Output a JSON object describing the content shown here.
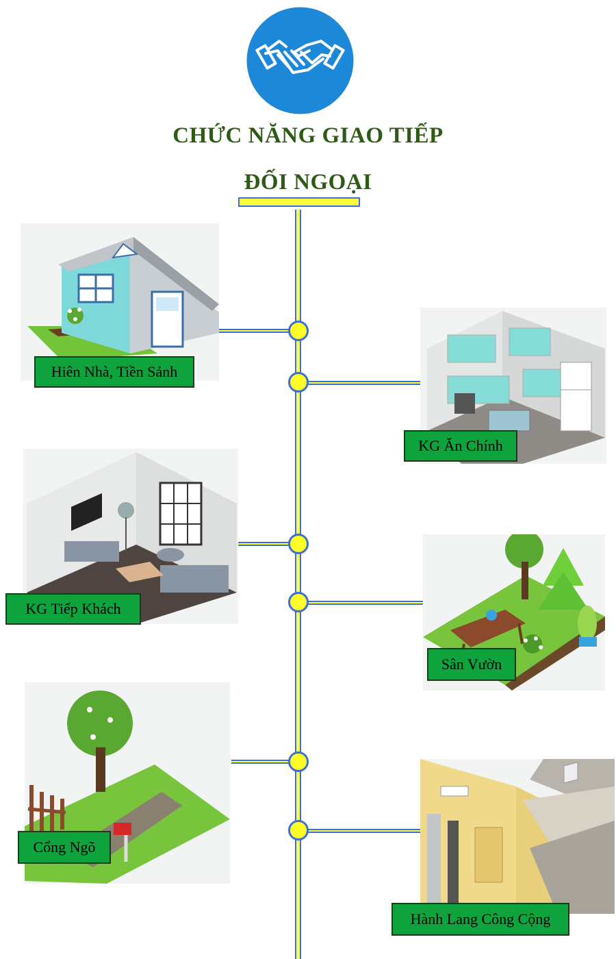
{
  "header": {
    "title_line1": "CHỨC NĂNG GIAO TIẾP",
    "title_line2": "ĐỐI NGOẠI",
    "icon": "handshake-icon",
    "icon_color": "#1e88d8"
  },
  "colors": {
    "connector_fill": "#ffff3b",
    "connector_border": "#3d6fd2",
    "label_fill": "#0fa33e",
    "title_text": "#2f5a16"
  },
  "spaces": [
    {
      "label": "Hiên Nhà, Tiền Sảnh",
      "side": "left",
      "icon": "house-illustration"
    },
    {
      "label": "KG Ăn Chính",
      "side": "right",
      "icon": "kitchen-illustration"
    },
    {
      "label": "KG Tiếp Khách",
      "side": "left",
      "icon": "living-room-illustration"
    },
    {
      "label": "Sân Vườn",
      "side": "right",
      "icon": "garden-illustration"
    },
    {
      "label": "Cổng Ngõ",
      "side": "left",
      "icon": "gate-illustration"
    },
    {
      "label": "Hành Lang Công Cộng",
      "side": "right",
      "icon": "corridor-illustration"
    }
  ]
}
